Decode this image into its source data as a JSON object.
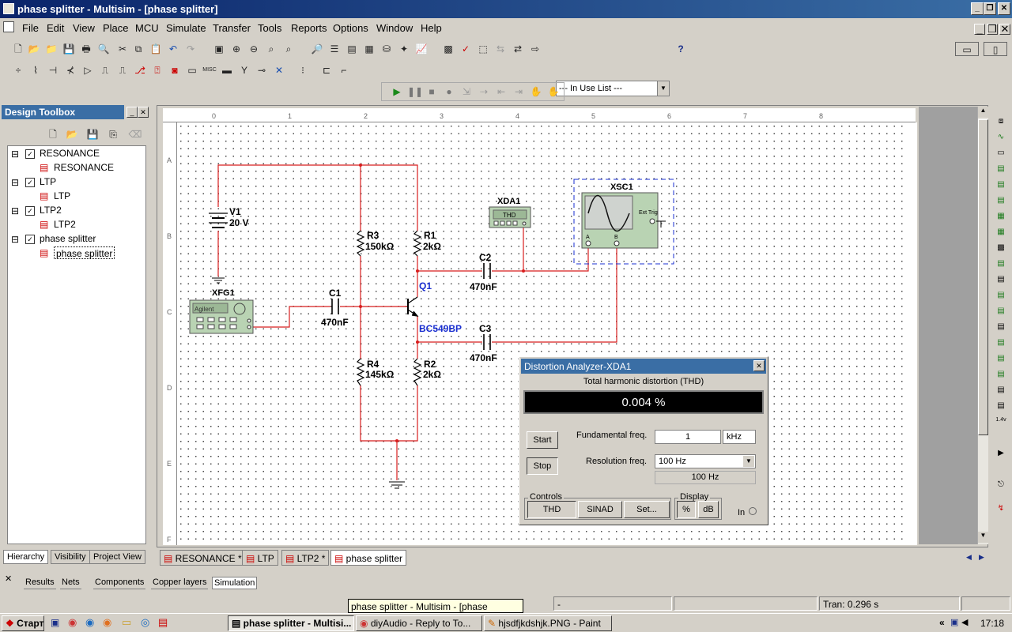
{
  "window": {
    "title": "phase splitter - Multisim - [phase splitter]"
  },
  "menu": [
    "File",
    "Edit",
    "View",
    "Place",
    "MCU",
    "Simulate",
    "Transfer",
    "Tools",
    "Reports",
    "Options",
    "Window",
    "Help"
  ],
  "toolbar": {
    "in_use_list": "--- In Use List ---"
  },
  "design_toolbox": {
    "title": "Design Toolbox",
    "tree": [
      {
        "label": "RESONANCE",
        "child": "RESONANCE"
      },
      {
        "label": "LTP",
        "child": "LTP"
      },
      {
        "label": "LTP2",
        "child": "LTP2"
      },
      {
        "label": "phase splitter",
        "child": "phase splitter"
      }
    ],
    "tabs": [
      "Hierarchy",
      "Visibility",
      "Project View"
    ]
  },
  "schematic": {
    "ruler_cols": [
      "0",
      "1",
      "2",
      "3",
      "4",
      "5",
      "6",
      "7",
      "8"
    ],
    "ruler_rows": [
      "A",
      "B",
      "C",
      "D",
      "E",
      "F"
    ],
    "components": {
      "v1_name": "V1",
      "v1_value": "20 V",
      "r3_name": "R3",
      "r3_value": "150kΩ",
      "r1_name": "R1",
      "r1_value": "2kΩ",
      "r4_name": "R4",
      "r4_value": "145kΩ",
      "r2_name": "R2",
      "r2_value": "2kΩ",
      "c1_name": "C1",
      "c1_value": "470nF",
      "c2_name": "C2",
      "c2_value": "470nF",
      "c3_name": "C3",
      "c3_value": "470nF",
      "q1_name": "Q1",
      "q1_value": "BC549BP",
      "xfg1_name": "XFG1",
      "xfg1_brand": "Agilent",
      "xda1_name": "XDA1",
      "xda1_label": "THD",
      "xsc1_name": "XSC1",
      "xsc1_ext": "Ext Trig",
      "xsc1_a": "A",
      "xsc1_b": "B"
    }
  },
  "sheet_tabs": [
    "RESONANCE *",
    "LTP",
    "LTP2 *",
    "phase splitter"
  ],
  "distortion_analyzer": {
    "title": "Distortion Analyzer-XDA1",
    "thd_label": "Total harmonic distortion (THD)",
    "thd_value": "0.004 %",
    "start": "Start",
    "stop": "Stop",
    "fund_freq_label": "Fundamental freq.",
    "fund_freq_value": "1",
    "fund_freq_unit": "kHz",
    "res_freq_label": "Resolution freq.",
    "res_freq_value": "100 Hz",
    "res_freq_display": "100 Hz",
    "controls_label": "Controls",
    "thd_btn": "THD",
    "sinad_btn": "SINAD",
    "set_btn": "Set...",
    "display_label": "Display",
    "pct_btn": "%",
    "db_btn": "dB",
    "in_label": "In"
  },
  "bottom_tabs": [
    "Results",
    "Nets",
    "Components",
    "Copper layers",
    "Simulation"
  ],
  "status": {
    "tooltip": "phase splitter - Multisim - [phase splitter]",
    "dash": "-",
    "tran": "Tran: 0.296 s"
  },
  "taskbar": {
    "start": "Старт",
    "items": [
      "phase splitter - Multisi...",
      "diyAudio - Reply to To...",
      "hjsdfjkdshjk.PNG - Paint"
    ],
    "clock": "17:18",
    "chevron": "«"
  }
}
